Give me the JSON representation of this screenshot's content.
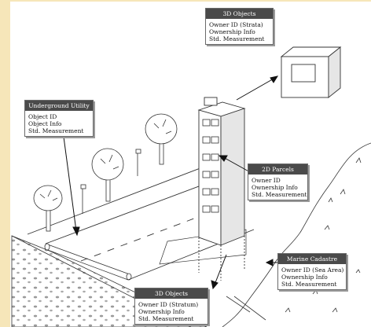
{
  "colors": {
    "page_bg": "#f6e6b9",
    "header_bg": "#4a4a4a",
    "line": "#222222"
  },
  "boxes": {
    "objects_top": {
      "title": "3D Objects",
      "lines": [
        "Owner ID (Strata)",
        "Ownership Info",
        "Std. Measurement"
      ]
    },
    "underground": {
      "title": "Underground Utility",
      "lines": [
        "Object ID",
        "Object Info",
        "Std. Measurement"
      ]
    },
    "parcels": {
      "title": "2D Parcels",
      "lines": [
        "Owner ID",
        "Ownership Info",
        "Std. Measurement"
      ]
    },
    "marine": {
      "title": "Marine Cadastre",
      "lines": [
        "Owner ID (Sea Area)",
        "Ownership Info",
        "Std. Measurement"
      ]
    },
    "objects_bottom": {
      "title": "3D Objects",
      "lines": [
        "Owner ID (Stratum)",
        "Ownership Info",
        "Std. Measurement"
      ]
    }
  }
}
